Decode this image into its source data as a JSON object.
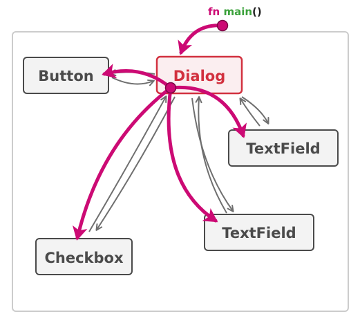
{
  "code": {
    "keyword": "fn",
    "function_name": "main",
    "parens": "()"
  },
  "nodes": {
    "button": "Button",
    "dialog": "Dialog",
    "textfield_right": "TextField",
    "textfield_bottom": "TextField",
    "checkbox": "Checkbox"
  },
  "colors": {
    "accent": "#cc0a74",
    "dialog_red": "#d2313f",
    "keyword": "#cc0a74",
    "function_name": "#3aa13a",
    "node_border": "#4a4a4a",
    "node_fill": "#f3f3f3",
    "frame_border": "#cccccc",
    "gray_arrow": "#6f6f6f"
  }
}
